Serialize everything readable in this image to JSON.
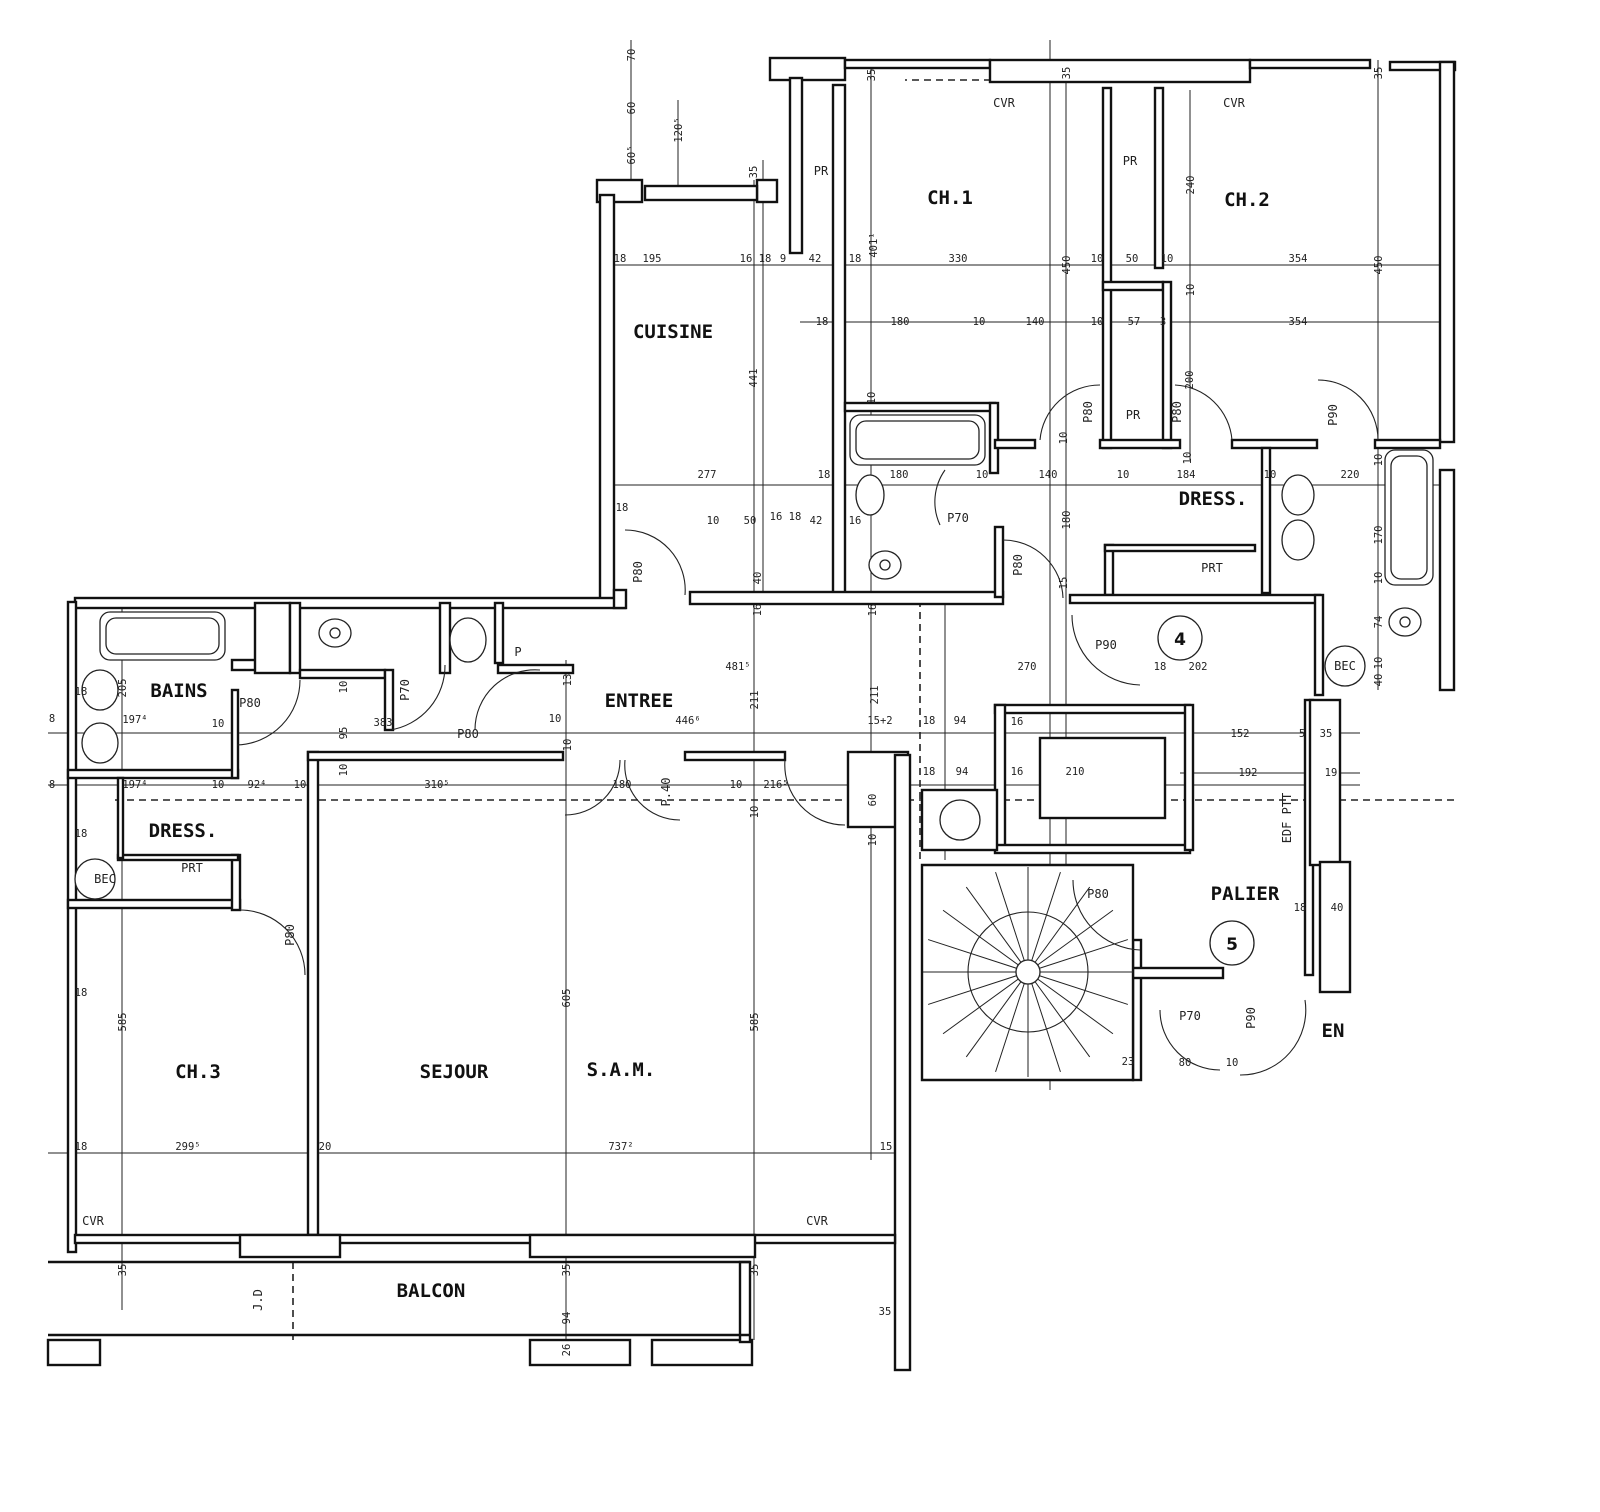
{
  "rooms": [
    "CUISINE",
    "CH.1",
    "CH.2",
    "BAINS",
    "ENTREE",
    "DRESS.",
    "DRESS.",
    "PALIER",
    "CH.3",
    "SEJOUR",
    "S.A.M.",
    "BALCON",
    "EN"
  ],
  "labels": [
    "PR",
    "PR",
    "PR",
    "CVR",
    "CVR",
    "CVR",
    "CVR",
    "PRT",
    "PRT",
    "BEC",
    "BEC",
    "P",
    "J.D",
    "EDF PTT"
  ],
  "markers": [
    "4",
    "5"
  ],
  "doors": [
    "P80",
    "P70",
    "P80",
    "P80",
    "P70",
    "P80",
    "P80",
    "P80",
    "P90",
    "P90",
    "P80",
    "P80",
    "P70",
    "P90",
    "P.40"
  ],
  "dimensions": {
    "horizontal": [
      "18",
      "195",
      "16",
      "18",
      "9",
      "42",
      "18",
      "330",
      "10",
      "50",
      "10",
      "354",
      "18",
      "180",
      "10",
      "140",
      "10",
      "57",
      "3",
      "354",
      "277",
      "18",
      "180",
      "10",
      "140",
      "10",
      "184",
      "10",
      "220",
      "18",
      "10",
      "50",
      "16",
      "18",
      "42",
      "16",
      "481⁵",
      "270",
      "18",
      "202",
      "18",
      "8",
      "197⁴",
      "10",
      "383",
      "10",
      "446⁶",
      "15+2",
      "18",
      "94",
      "16",
      "152",
      "5",
      "35",
      "8",
      "197⁴",
      "10",
      "92⁴",
      "10",
      "310⁵",
      "180",
      "10",
      "216⁵",
      "18",
      "94",
      "16",
      "210",
      "192",
      "19",
      "18",
      "18",
      "18",
      "40",
      "18",
      "299⁵",
      "20",
      "737²",
      "15",
      "23",
      "80",
      "10",
      "35"
    ],
    "vertical": [
      "70",
      "60",
      "60⁵",
      "120⁵",
      "35",
      "35",
      "35",
      "35",
      "401¹",
      "240",
      "450",
      "450",
      "10",
      "441",
      "200",
      "10",
      "10",
      "10",
      "10",
      "170",
      "10",
      "180",
      "15",
      "74",
      "10",
      "40",
      "16",
      "16",
      "40",
      "205",
      "10",
      "95",
      "10",
      "13",
      "10",
      "211",
      "211",
      "10",
      "60",
      "10",
      "585",
      "605",
      "585",
      "35",
      "35",
      "35",
      "94",
      "26"
    ]
  },
  "colors": {
    "ink": "#111111",
    "paper": "#ffffff"
  }
}
